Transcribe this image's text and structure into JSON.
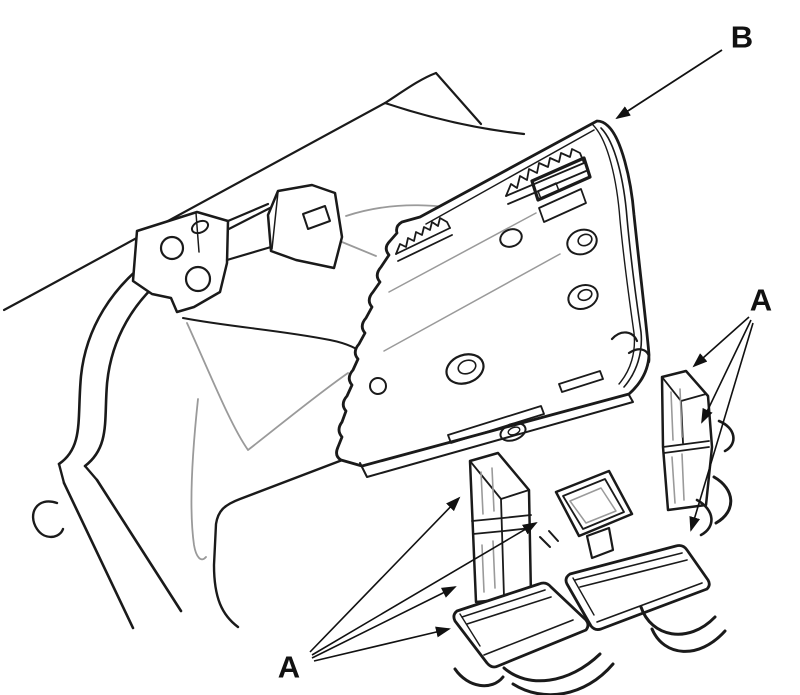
{
  "diagram": {
    "labels": {
      "b": "B",
      "a_right": "A",
      "a_bottom": "A"
    },
    "colors": {
      "background": "#ffffff",
      "line": "#1a1a1a",
      "faint_line": "#9a9a9a"
    }
  }
}
